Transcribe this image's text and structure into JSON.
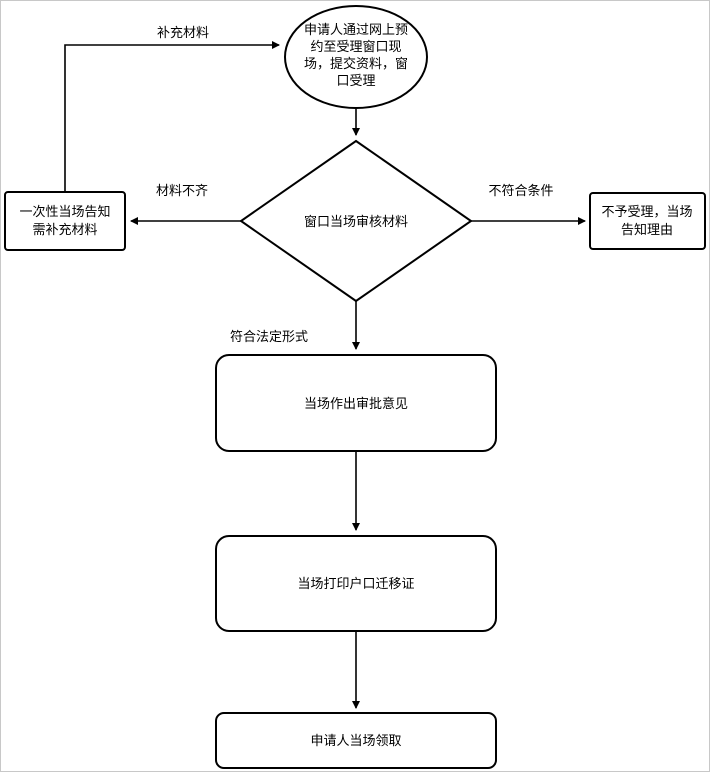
{
  "flowchart": {
    "nodes": {
      "start": {
        "type": "ellipse",
        "lines": [
          "申请人通过网上预",
          "约至受理窗口现",
          "场，提交资料，窗",
          "口受理"
        ]
      },
      "decision": {
        "type": "diamond",
        "label": "窗口当场审核材料"
      },
      "notify_supplement": {
        "type": "rect",
        "lines": [
          "一次性当场告知",
          "需补充材料"
        ]
      },
      "reject": {
        "type": "rect",
        "lines": [
          "不予受理，当场",
          "告知理由"
        ]
      },
      "approve": {
        "type": "rounded-rect",
        "label": "当场作出审批意见"
      },
      "print": {
        "type": "rounded-rect",
        "label": "当场打印户口迁移证"
      },
      "collect": {
        "type": "rounded-rect",
        "label": "申请人当场领取"
      }
    },
    "edges": {
      "supplement_label": "补充材料",
      "incomplete_label": "材料不齐",
      "unqualified_label": "不符合条件",
      "qualified_label": "符合法定形式"
    },
    "colors": {
      "stroke": "#000000",
      "fill": "#ffffff",
      "background": "#ffffff"
    }
  }
}
